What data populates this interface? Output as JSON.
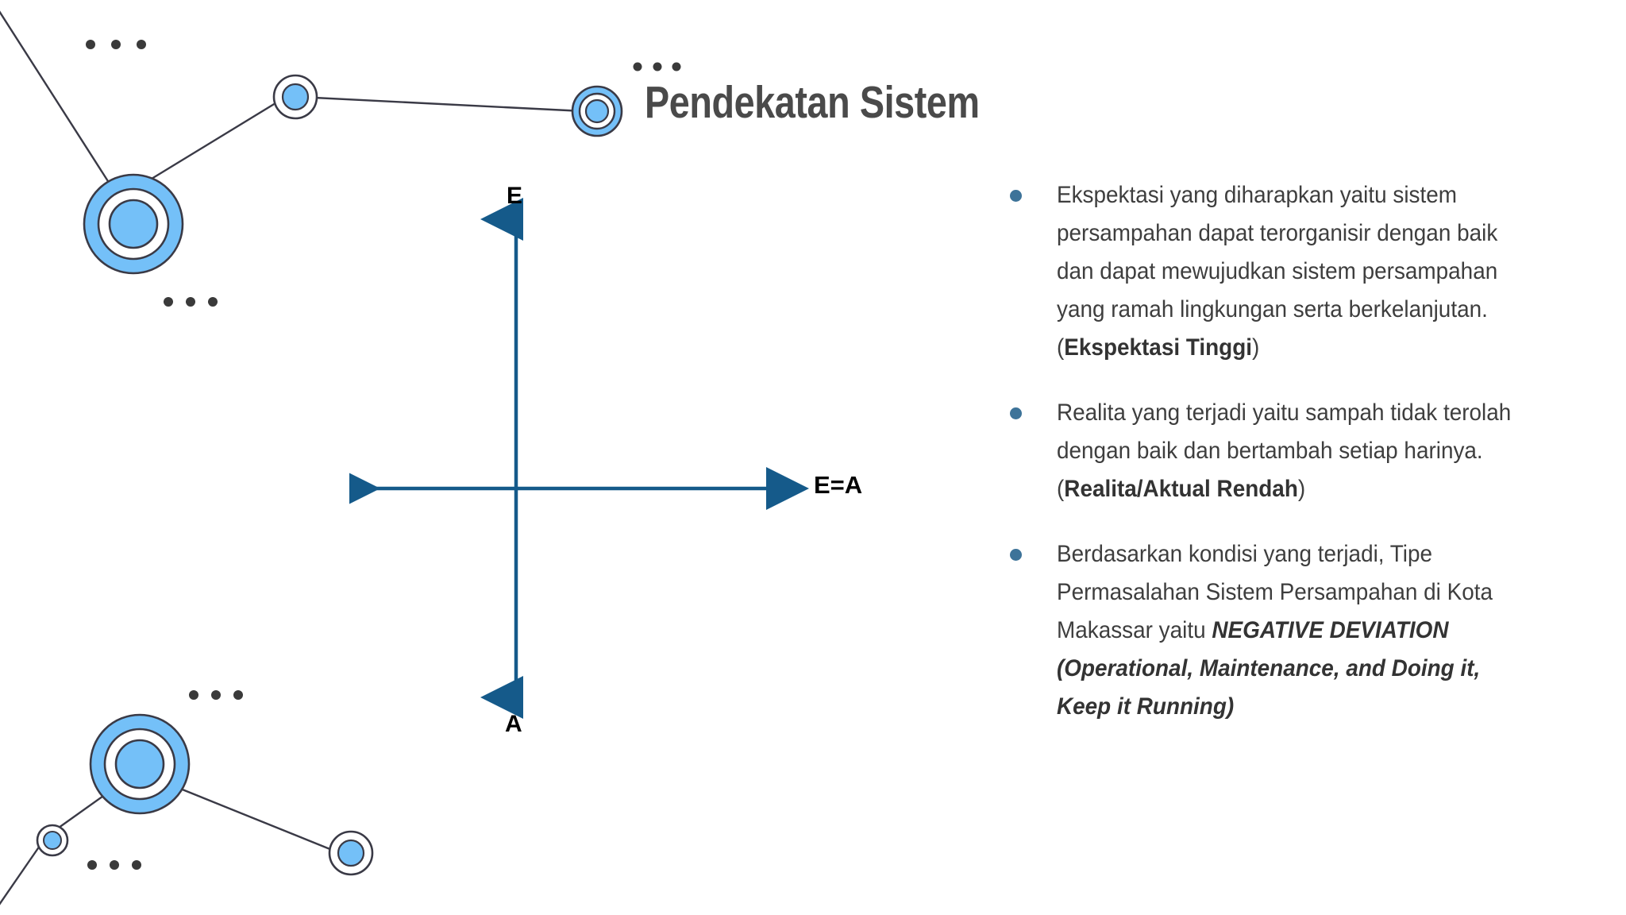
{
  "slide": {
    "title": "Pendekatan Sistem",
    "background_color": "#ffffff",
    "title_color": "#4a4a4a"
  },
  "colors": {
    "node_blue": "#74c0f8",
    "node_outline": "#3a3a46",
    "axis_blue": "#155a8a",
    "bullet_dot": "#3d7399",
    "text_gray": "#3e3e3e",
    "dots_gray": "#3a3a3a"
  },
  "diagram": {
    "name": "expectation-actual-axis",
    "type": "cross-axis",
    "labels": {
      "vertical_top": "E",
      "vertical_bottom": "A",
      "horizontal_right": "E=A"
    }
  },
  "bullets": [
    {
      "id": "ekspektasi",
      "segments": [
        {
          "text": "Ekspektasi yang diharapkan yaitu sistem persampahan dapat terorganisir dengan baik dan dapat mewujudkan sistem persampahan yang ramah lingkungan serta berkelanjutan. (",
          "style": "normal"
        },
        {
          "text": "Ekspektasi Tinggi",
          "style": "bold"
        },
        {
          "text": ")",
          "style": "normal"
        }
      ]
    },
    {
      "id": "realita",
      "segments": [
        {
          "text": "Realita yang terjadi yaitu sampah tidak terolah dengan baik dan bertambah setiap harinya. (",
          "style": "normal"
        },
        {
          "text": "Realita/Aktual Rendah",
          "style": "bold"
        },
        {
          "text": ")",
          "style": "normal"
        }
      ]
    },
    {
      "id": "tipe-permasalahan",
      "segments": [
        {
          "text": "Berdasarkan kondisi yang terjadi, Tipe Permasalahan Sistem Persampahan di Kota Makassar yaitu ",
          "style": "normal"
        },
        {
          "text": "NEGATIVE DEVIATION (Operational, Maintenance, and Doing it, Keep it Running)",
          "style": "bold-italic"
        }
      ]
    }
  ],
  "decoration": {
    "clusters": [
      {
        "name": "top-left-network",
        "nodes": 3,
        "dot_groups": 3
      },
      {
        "name": "bottom-left-network",
        "nodes": 3,
        "dot_groups": 2
      }
    ],
    "dots_glyph": "• • •"
  }
}
